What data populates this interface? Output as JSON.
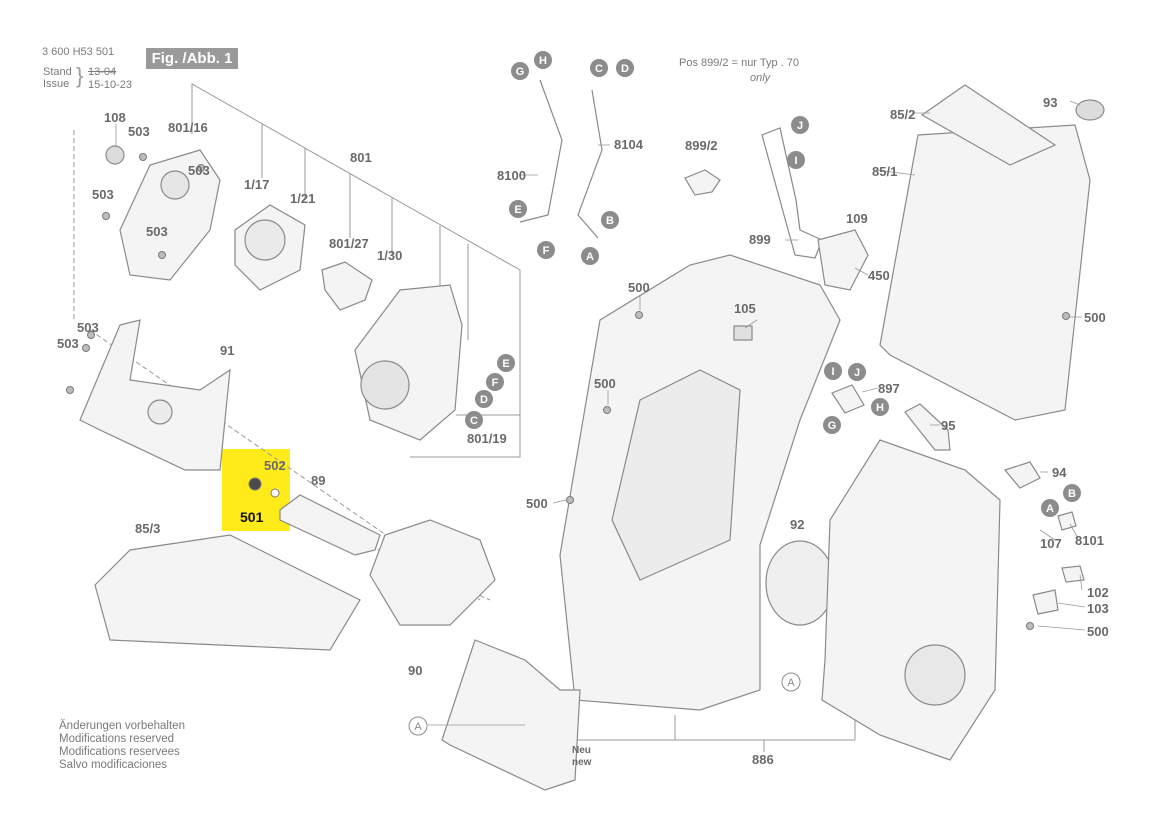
{
  "header": {
    "doc_number": "3 600 H53 501",
    "figure_label": "Fig. /Abb. 1",
    "stand_label": "Stand",
    "issue_label": "Issue",
    "stand_date": "13-04",
    "issue_date": "15-10-23"
  },
  "note": {
    "line1": "Pos 899/2  =   nur Typ . 70",
    "line2": "only"
  },
  "modifications": [
    "Änderungen vorbehalten",
    "Modifications reserved",
    "Modifications reservees",
    "Salvo modificaciones"
  ],
  "highlight": {
    "part": "501",
    "color": "#ffeb1a"
  },
  "neu_label": [
    "Neu",
    "new"
  ],
  "part_labels": [
    {
      "id": "lbl-108",
      "text": "108"
    },
    {
      "id": "lbl-503-a",
      "text": "503"
    },
    {
      "id": "lbl-801-16",
      "text": "801/16"
    },
    {
      "id": "lbl-801",
      "text": "801"
    },
    {
      "id": "lbl-1-17",
      "text": "1/17"
    },
    {
      "id": "lbl-1-21",
      "text": "1/21"
    },
    {
      "id": "lbl-503-b",
      "text": "503"
    },
    {
      "id": "lbl-503-c",
      "text": "503"
    },
    {
      "id": "lbl-801-27",
      "text": "801/27"
    },
    {
      "id": "lbl-1-30",
      "text": "1/30"
    },
    {
      "id": "lbl-503-d",
      "text": "503"
    },
    {
      "id": "lbl-503-e",
      "text": "503"
    },
    {
      "id": "lbl-91",
      "text": "91"
    },
    {
      "id": "lbl-801-19",
      "text": "801/19"
    },
    {
      "id": "lbl-502",
      "text": "502"
    },
    {
      "id": "lbl-89",
      "text": "89"
    },
    {
      "id": "lbl-85-3",
      "text": "85/3"
    },
    {
      "id": "lbl-90",
      "text": "90"
    },
    {
      "id": "lbl-8100",
      "text": "8100"
    },
    {
      "id": "lbl-8104",
      "text": "8104"
    },
    {
      "id": "lbl-899-2",
      "text": "899/2"
    },
    {
      "id": "lbl-899",
      "text": "899"
    },
    {
      "id": "lbl-109",
      "text": "109"
    },
    {
      "id": "lbl-450",
      "text": "450"
    },
    {
      "id": "lbl-500-a",
      "text": "500"
    },
    {
      "id": "lbl-105",
      "text": "105"
    },
    {
      "id": "lbl-500-b",
      "text": "500"
    },
    {
      "id": "lbl-500-c",
      "text": "500"
    },
    {
      "id": "lbl-92",
      "text": "92"
    },
    {
      "id": "lbl-85-2",
      "text": "85/2"
    },
    {
      "id": "lbl-93",
      "text": "93"
    },
    {
      "id": "lbl-85-1",
      "text": "85/1"
    },
    {
      "id": "lbl-500-d",
      "text": "500"
    },
    {
      "id": "lbl-897",
      "text": "897"
    },
    {
      "id": "lbl-95",
      "text": "95"
    },
    {
      "id": "lbl-94",
      "text": "94"
    },
    {
      "id": "lbl-107",
      "text": "107"
    },
    {
      "id": "lbl-8101",
      "text": "8101"
    },
    {
      "id": "lbl-102",
      "text": "102"
    },
    {
      "id": "lbl-103",
      "text": "103"
    },
    {
      "id": "lbl-500-e",
      "text": "500"
    },
    {
      "id": "lbl-886",
      "text": "886"
    }
  ],
  "connector_circles": [
    {
      "id": "c-g1",
      "text": "G"
    },
    {
      "id": "c-h1",
      "text": "H"
    },
    {
      "id": "c-c1",
      "text": "C"
    },
    {
      "id": "c-d1",
      "text": "D"
    },
    {
      "id": "c-e1",
      "text": "E"
    },
    {
      "id": "c-f1",
      "text": "F"
    },
    {
      "id": "c-b1",
      "text": "B"
    },
    {
      "id": "c-a1",
      "text": "A"
    },
    {
      "id": "c-j1",
      "text": "J"
    },
    {
      "id": "c-i1",
      "text": "I"
    },
    {
      "id": "c-e2",
      "text": "E"
    },
    {
      "id": "c-f2",
      "text": "F"
    },
    {
      "id": "c-d2",
      "text": "D"
    },
    {
      "id": "c-c2",
      "text": "C"
    },
    {
      "id": "c-i2",
      "text": "I"
    },
    {
      "id": "c-j2",
      "text": "J"
    },
    {
      "id": "c-h2",
      "text": "H"
    },
    {
      "id": "c-g2",
      "text": "G"
    },
    {
      "id": "c-a2",
      "text": "A"
    },
    {
      "id": "c-b2",
      "text": "B"
    }
  ],
  "outline_circles": [
    {
      "id": "o-a1",
      "text": "A"
    },
    {
      "id": "o-a2",
      "text": "A"
    }
  ]
}
